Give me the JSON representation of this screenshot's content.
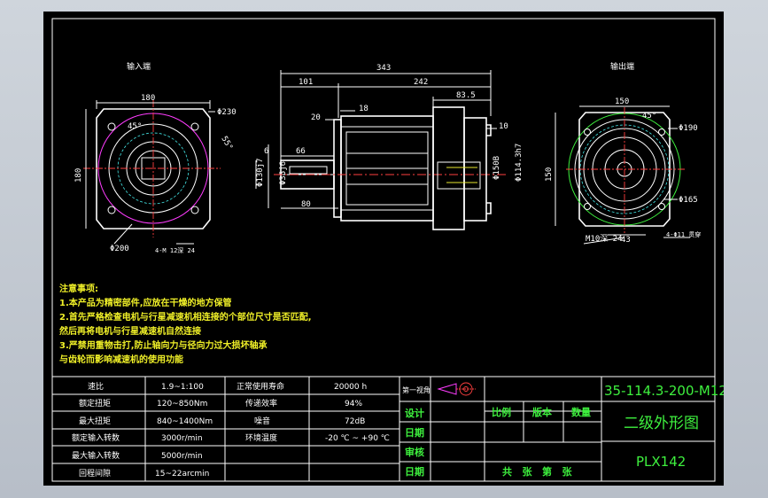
{
  "views": {
    "input_end_label": "输入端",
    "output_end_label": "输出端"
  },
  "dims": {
    "d343": "343",
    "d101": "101",
    "d242": "242",
    "d83_5": "83.5",
    "d18": "18",
    "d20": "20",
    "d10": "10",
    "d6": "6",
    "d66": "66",
    "d80": "80",
    "d130j7": "Φ130j7",
    "d35j6": "Φ35j6",
    "d114_3": "Φ114.3h7",
    "d150b": "Φ150B",
    "d180w": "180",
    "d180h": "180",
    "d230": "Φ230",
    "d200": "Φ200",
    "a45": "45°",
    "m12": "4-M 12深 24",
    "d150w": "150",
    "d150h": "150",
    "a45o": "45°",
    "d190": "Φ190",
    "d165": "Φ165",
    "m10": "M10深 24",
    "d43": "43",
    "d11": "4-Φ11 贯穿",
    "n55": "55°"
  },
  "notes": {
    "title": "注意事项:",
    "lines": [
      "1.本产品为精密部件,应放在干燥的地方保管",
      "2.首先严格检查电机与行星减速机相连接的个部位尺寸是否匹配,",
      "然后再将电机与行星减速机自然连接",
      "3.严禁用重物击打,防止轴向力与径向力过大损坏轴承",
      "与齿轮而影响减速机的使用功能"
    ]
  },
  "spec_table": [
    [
      "速比",
      "1.9~1:100",
      "正常使用寿命",
      "20000 h"
    ],
    [
      "额定扭矩",
      "120~850Nm",
      "传递效率",
      "94%"
    ],
    [
      "最大扭矩",
      "840~1400Nm",
      "噪音",
      "72dB"
    ],
    [
      "额定输入转数",
      "3000r/min",
      "环境温度",
      "-20 ℃ ~ +90 ℃"
    ],
    [
      "最大输入转数",
      "5000r/min",
      "",
      ""
    ],
    [
      "回程间隙",
      "15~22arcmin",
      "",
      ""
    ]
  ],
  "title_block": {
    "projection": "第一视角",
    "design": "设计",
    "date1": "日期",
    "review": "审核",
    "date2": "日期",
    "scale": "比例",
    "version": "版本",
    "quantity": "数量",
    "sheets": "共   张   第   张",
    "drawing_no": "35-114.3-200-M12",
    "drawing_name": "二级外形图",
    "model": "PLX142"
  }
}
